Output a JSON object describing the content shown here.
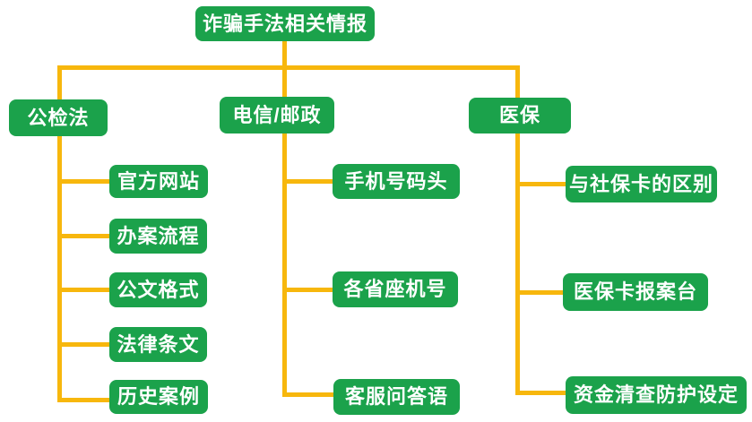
{
  "diagram": {
    "title": "诈骗手法相关情报",
    "type": "tree",
    "colors": {
      "node_fill": "#1BA24B",
      "node_text": "#FFFFFF",
      "connector": "#F7B70D",
      "background": "#FFFFFF"
    },
    "root": {
      "label": "诈骗手法相关情报"
    },
    "branches": [
      {
        "label": "公检法",
        "children": [
          {
            "label": "官方网站"
          },
          {
            "label": "办案流程"
          },
          {
            "label": "公文格式"
          },
          {
            "label": "法律条文"
          },
          {
            "label": "历史案例"
          }
        ]
      },
      {
        "label": "电信/邮政",
        "children": [
          {
            "label": "手机号码头"
          },
          {
            "label": "各省座机号"
          },
          {
            "label": "客服问答语"
          }
        ]
      },
      {
        "label": "医保",
        "children": [
          {
            "label": "与社保卡的区别"
          },
          {
            "label": "医保卡报案台"
          },
          {
            "label": "资金清查防护设定"
          }
        ]
      }
    ]
  }
}
